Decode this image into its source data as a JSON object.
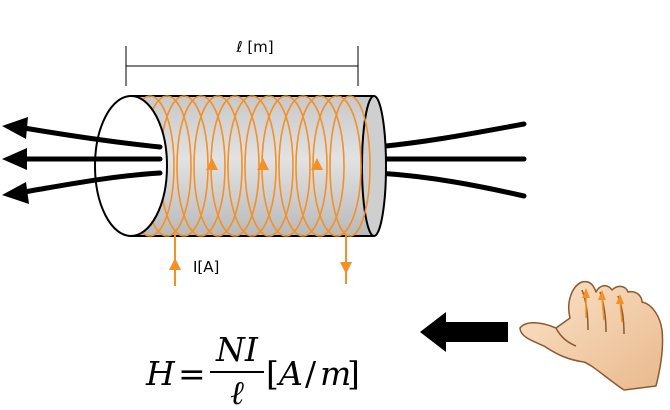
{
  "labels": {
    "length": "ℓ [m]",
    "current": "I[A]"
  },
  "equation": {
    "lhs": "H",
    "equals": "=",
    "numerator": "NI",
    "denominator": "ℓ",
    "unit_open": "[",
    "unit_a": "A",
    "unit_slash": "/",
    "unit_m": "m",
    "unit_close": "]"
  },
  "colors": {
    "coil": "#f39028",
    "cylinder": "#d6d6d6",
    "field_lines": "#000000",
    "skin": "#f5d2ae"
  },
  "icons": [
    "field-arrow-icon",
    "right-hand-icon"
  ]
}
